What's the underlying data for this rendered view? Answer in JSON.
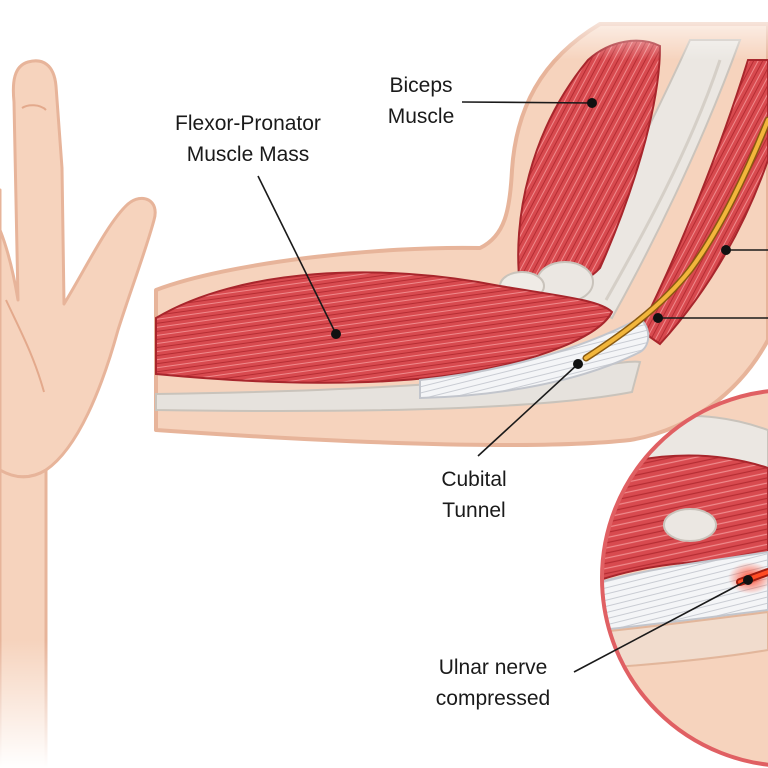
{
  "labels": {
    "biceps": {
      "line1": "Biceps",
      "line2": "Muscle"
    },
    "flexor_pronator": {
      "line1": "Flexor-Pronator",
      "line2": "Muscle Mass"
    },
    "cubital_tunnel": {
      "line1": "Cubital",
      "line2": "Tunnel"
    },
    "ulnar_nerve": {
      "line1": "Ulnar nerve",
      "line2": "compressed"
    }
  },
  "colors": {
    "skin": "#f6d3bd",
    "skin_outline": "#e7b49a",
    "muscle": "#d9484c",
    "muscle_dark": "#b3262c",
    "tendon": "#eef0f3",
    "bone": "#e4e1dc",
    "nerve": "#f2b63b",
    "callout_circle": "#e06063"
  }
}
